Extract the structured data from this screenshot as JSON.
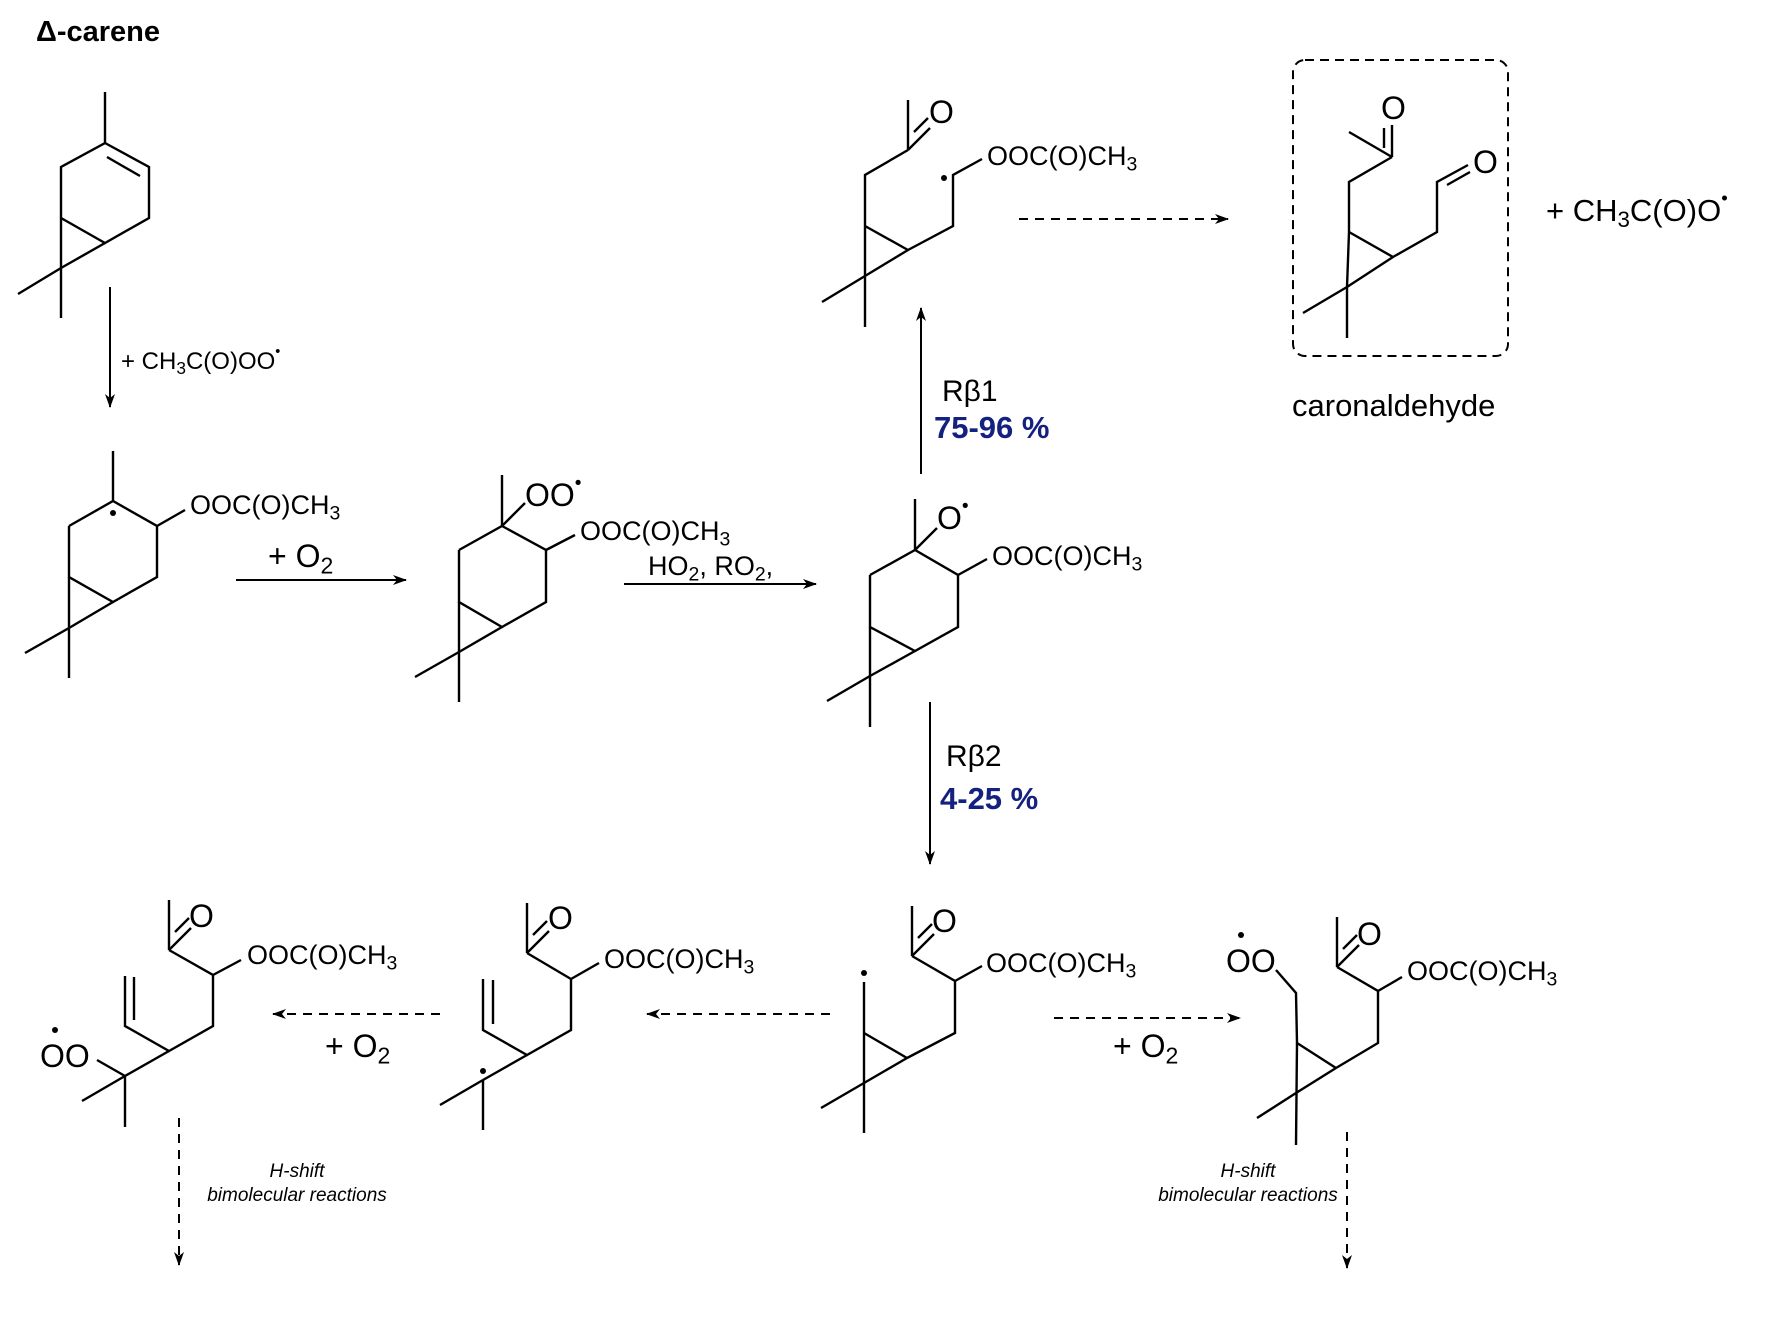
{
  "title": "Δ-carene",
  "colors": {
    "yield_text": "#14217f",
    "line": "#000000"
  },
  "reagents": {
    "step1": {
      "prefix": "+ CH",
      "sub": "3",
      "suffix": "C(O)OO",
      "radical": "•"
    },
    "step2": {
      "prefix": "+ O",
      "sub": "2"
    },
    "step3": {
      "p1": "HO",
      "s1": "2",
      "p2": ", RO",
      "s2": "2",
      "p3": ","
    },
    "products_coproduct": {
      "prefix": "+ CH",
      "sub": "3",
      "suffix": "C(O)O",
      "radical": "•"
    },
    "bottom_left_o2": {
      "prefix": "+ O",
      "sub": "2"
    },
    "bottom_right_o2": {
      "prefix": "+ O",
      "sub": "2"
    }
  },
  "substituent": {
    "prefix": "OOC(O)CH",
    "sub": "3"
  },
  "atoms": {
    "oxygen": "O",
    "peroxy": "OO",
    "peroxy_left": "OO",
    "radical": "•"
  },
  "pathways": {
    "rb1": {
      "label": "Rβ1",
      "yield": "75-96 %"
    },
    "rb2": {
      "label": "Rβ2",
      "yield": "4-25 %"
    }
  },
  "product_name": "caronaldehyde",
  "further_reactions": {
    "left": {
      "line1": "H-shift",
      "line2": "bimolecular reactions"
    },
    "right": {
      "line1": "H-shift",
      "line2": "bimolecular reactions"
    }
  }
}
